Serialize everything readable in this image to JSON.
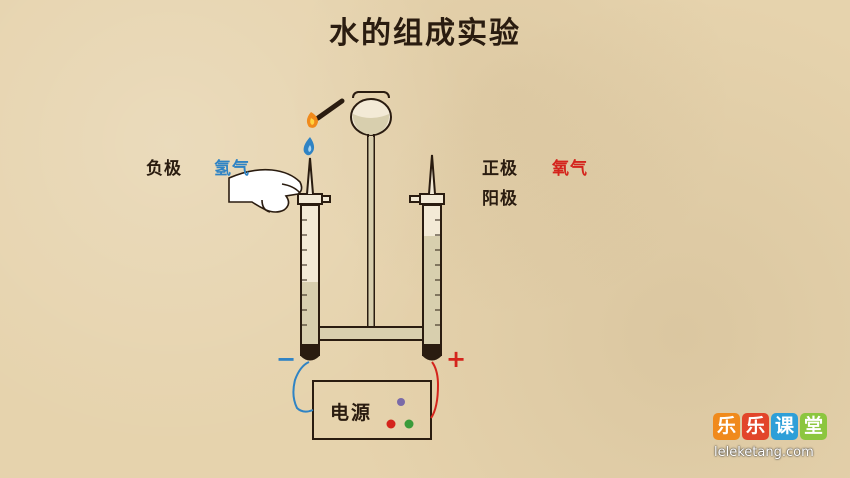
{
  "title": "水的组成实验",
  "left_electrode": {
    "pole": "负极",
    "gas": "氢气",
    "sign": "−"
  },
  "right_electrode": {
    "pole": "正极",
    "alt_pole": "阳极",
    "gas": "氧气",
    "sign": "+"
  },
  "power_supply": {
    "label": "电源"
  },
  "watermark": {
    "logo_chars": [
      "乐",
      "乐",
      "课",
      "堂"
    ],
    "site": "leleketang.com"
  },
  "colors": {
    "hydrogen": "#2f83c4",
    "oxygen": "#d4241c",
    "background": "#e6d3ad",
    "ink": "#2a1c10"
  }
}
